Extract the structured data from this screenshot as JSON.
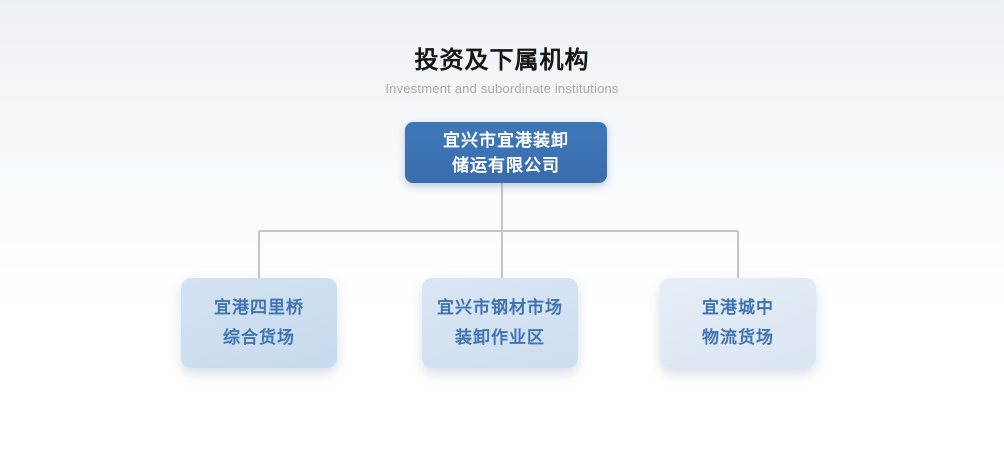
{
  "page": {
    "title": "投资及下属机构",
    "subtitle": "Investment and subordinate institutions"
  },
  "org_chart": {
    "root": {
      "name": "宜兴市宜港装卸储运有限公司",
      "lines": [
        "宜兴市宜港装卸",
        "储运有限公司"
      ]
    },
    "children": [
      {
        "name": "宜港四里桥综合货场",
        "lines": [
          "宜港四里桥",
          "综合货场"
        ]
      },
      {
        "name": "宜兴市钢材市场装卸作业区",
        "lines": [
          "宜兴市钢材市场",
          "装卸作业区"
        ]
      },
      {
        "name": "宜港城中物流货场",
        "lines": [
          "宜港城中",
          "物流货场"
        ]
      }
    ]
  },
  "colors": {
    "root_box": "#3b72b4",
    "root_text": "#ffffff",
    "child_box_1": "#c9dcee",
    "child_box_2": "#d2e0f0",
    "child_box_3": "#dde8f4",
    "child_text": "#3e74b2",
    "connector_line": "#c5c5c5",
    "title_text": "#151515",
    "subtitle_text": "#a9a9a9"
  }
}
